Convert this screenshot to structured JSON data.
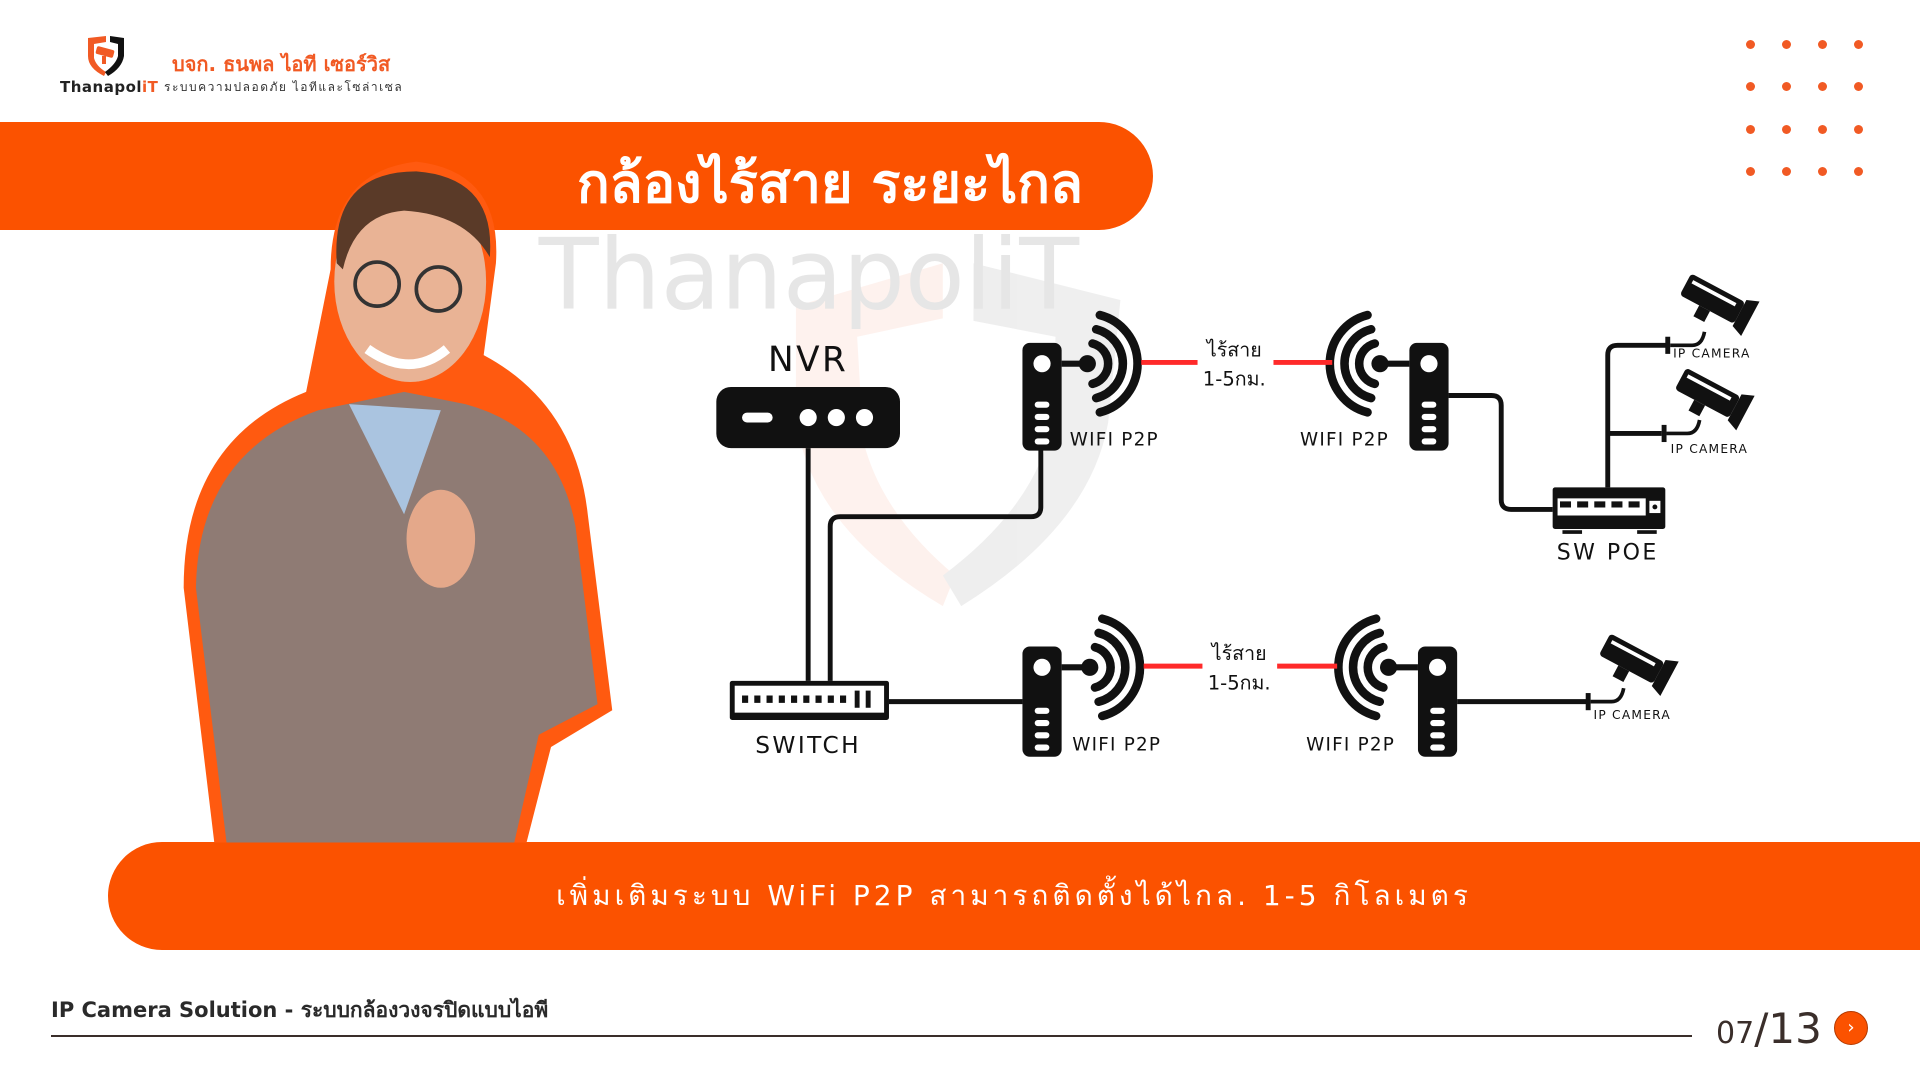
{
  "header": {
    "brand_prefix": "Thanapol",
    "brand_suffix": "iT",
    "company_name": "บจก. ธนพล ไอที เซอร์วิส",
    "tagline": "ระบบความปลอดภัย ไอทีและโซล่าเซล"
  },
  "title": "กล้องไร้สาย ระยะไกล",
  "diagram": {
    "nvr": "NVR",
    "switch": "SWITCH",
    "sw_poe": "SW POE",
    "wifi_label": "WIFI P2P",
    "wireless": "ไร้สาย",
    "range": "1-5กม.",
    "camera_label": "IP CAMERA",
    "watermark": "ThanapoliT"
  },
  "subtitle": "เพิ่มเติมระบบ WiFi P2P สามารถติดตั้งได้ไกล. 1-5 กิโลเมตร",
  "footer": {
    "title": "IP Camera Solution - ระบบกล้องวงจรปิดแบบไอพี",
    "page_current": "07",
    "page_total": "13",
    "next_icon": "›"
  },
  "colors": {
    "accent": "#fb5200",
    "link": "#ff2a2a",
    "dark": "#111111"
  }
}
